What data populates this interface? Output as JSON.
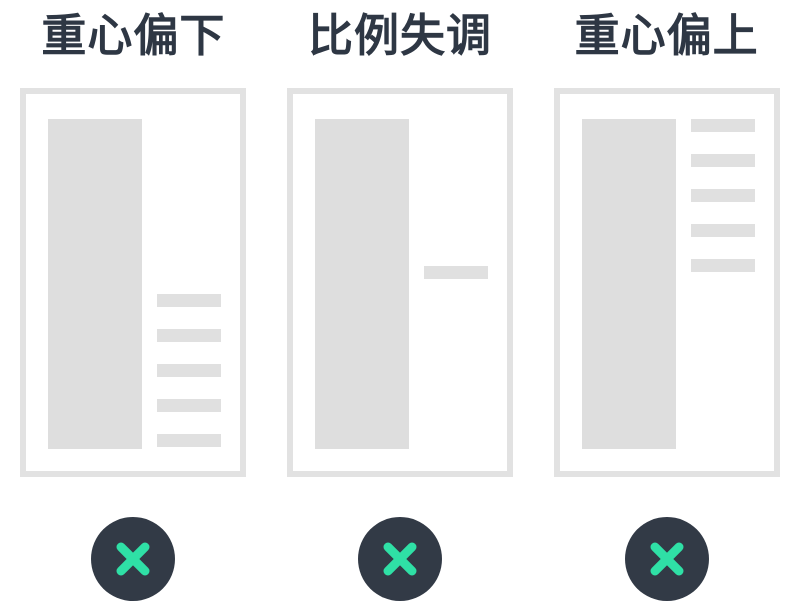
{
  "page": {
    "background": "#ffffff",
    "title_color": "#2e3744",
    "placeholder_color": "#dedede",
    "line_color": "#e0e0e0",
    "frame_border_color": "#e2e2e2",
    "badge_circle_color": "#323a46",
    "badge_mark_color": "#2fe0a6"
  },
  "columns": [
    {
      "title": "重心偏下",
      "variant": "v-bottom",
      "mock": {
        "hero_label": "image-placeholder-block",
        "line_count": 5,
        "lines_alignment": "bottom"
      },
      "badge": {
        "icon": "cross-icon",
        "meaning": "incorrect"
      }
    },
    {
      "title": "比例失调",
      "variant": "v-ratio",
      "mock": {
        "hero_label": "image-placeholder-block",
        "line_count": 1,
        "lines_alignment": "middle"
      },
      "badge": {
        "icon": "cross-icon",
        "meaning": "incorrect"
      }
    },
    {
      "title": "重心偏上",
      "variant": "v-top",
      "mock": {
        "hero_label": "image-placeholder-block",
        "line_count": 5,
        "lines_alignment": "top"
      },
      "badge": {
        "icon": "cross-icon",
        "meaning": "incorrect"
      }
    }
  ]
}
